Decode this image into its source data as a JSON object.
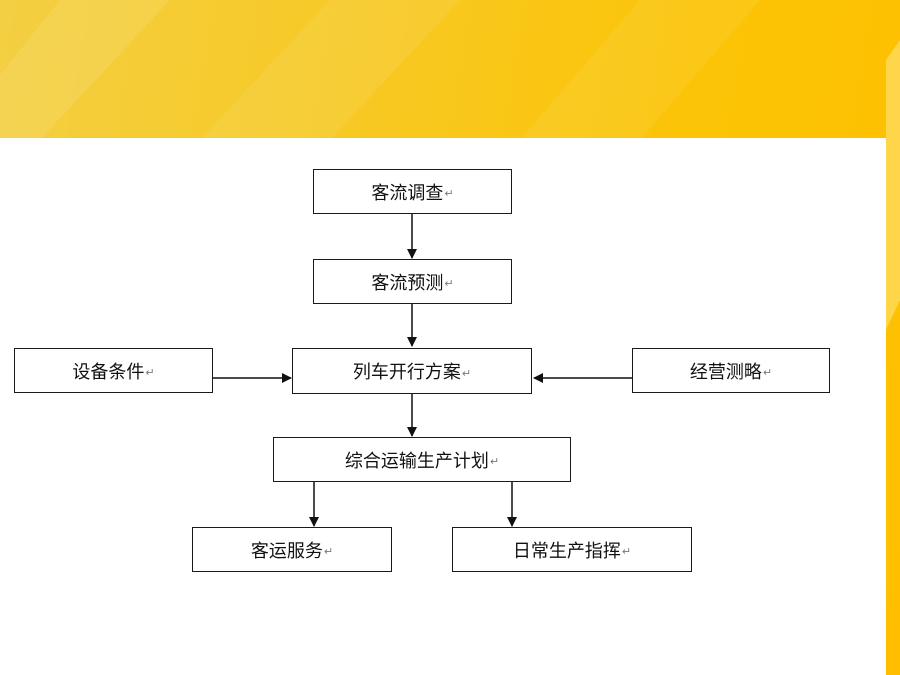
{
  "slide": {
    "background_color": "#f6c51a",
    "panel_color": "#ffffff"
  },
  "diagram": {
    "return_mark": "↵",
    "nodes": {
      "survey": "客流调查",
      "forecast": "客流预测",
      "equipment": "设备条件",
      "train_plan": "列车开行方案",
      "strategy": "经营测略",
      "production_plan": "综合运输生产计划",
      "passenger_service": "客运服务",
      "daily_command": "日常生产指挥"
    },
    "edges": [
      {
        "from": "survey",
        "to": "forecast"
      },
      {
        "from": "forecast",
        "to": "train_plan"
      },
      {
        "from": "equipment",
        "to": "train_plan"
      },
      {
        "from": "strategy",
        "to": "train_plan"
      },
      {
        "from": "train_plan",
        "to": "production_plan"
      },
      {
        "from": "production_plan",
        "to": "passenger_service"
      },
      {
        "from": "production_plan",
        "to": "daily_command"
      }
    ]
  }
}
